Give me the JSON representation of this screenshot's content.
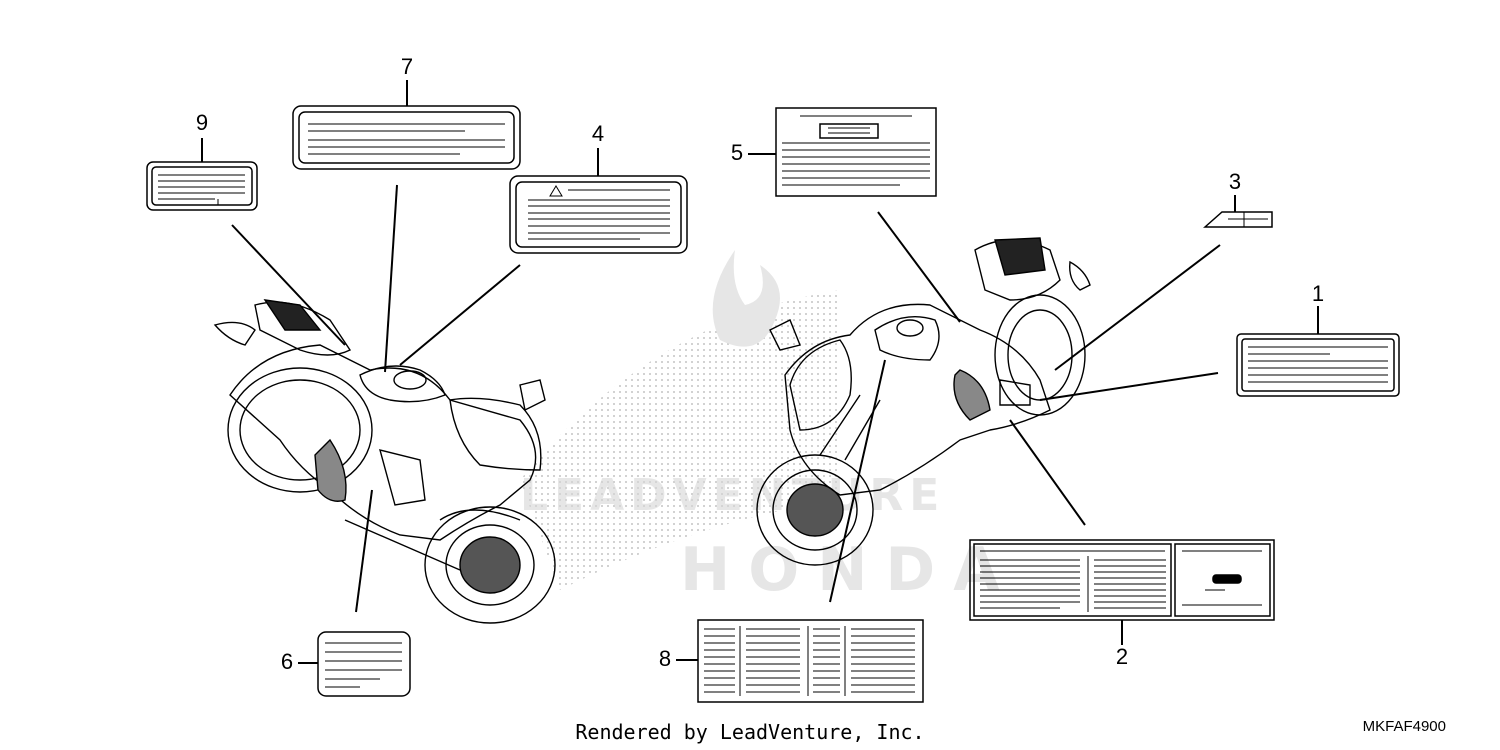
{
  "diagram": {
    "callouts": [
      {
        "id": "1",
        "label": "1"
      },
      {
        "id": "2",
        "label": "2"
      },
      {
        "id": "3",
        "label": "3"
      },
      {
        "id": "4",
        "label": "4"
      },
      {
        "id": "5",
        "label": "5"
      },
      {
        "id": "6",
        "label": "6"
      },
      {
        "id": "7",
        "label": "7"
      },
      {
        "id": "8",
        "label": "8"
      },
      {
        "id": "9",
        "label": "9"
      }
    ],
    "footer": "Rendered by LeadVenture, Inc.",
    "diagram_code": "MKFAF4900",
    "watermark": {
      "brand": "HONDA",
      "text": "LEADVENTURE"
    }
  }
}
